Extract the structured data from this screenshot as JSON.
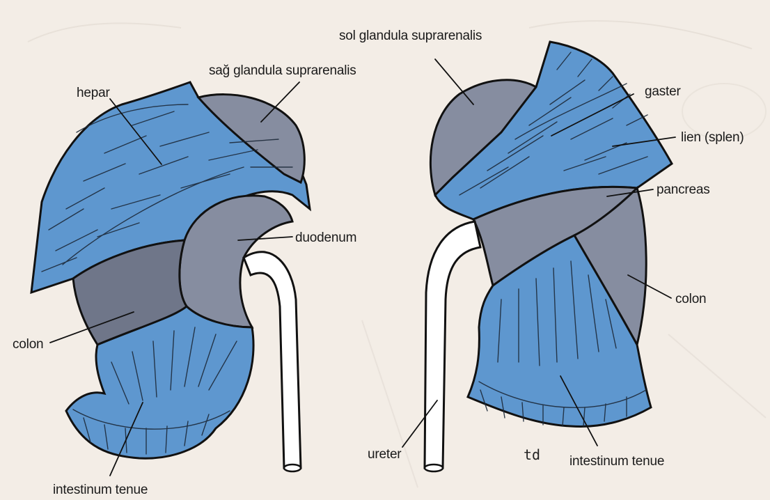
{
  "colors": {
    "paper": "#f3ede6",
    "organ_blue": "#5e97cf",
    "gray_region": "#868da0",
    "dark_gray_region": "#6f7689",
    "ureter": "#ffffff",
    "outline": "#111111"
  },
  "labels": {
    "right_gland": "sağ glandula suprarenalis",
    "left_gland": "sol glandula suprarenalis",
    "hepar": "hepar",
    "duodenum": "duodenum",
    "colon_right": "colon",
    "intestinum_right": "intestinum tenue",
    "gaster": "gaster",
    "lien": "lien (splen)",
    "pancreas": "pancreas",
    "colon_left": "colon",
    "ureter": "ureter",
    "intestinum_left": "intestinum tenue",
    "signature": "td"
  }
}
